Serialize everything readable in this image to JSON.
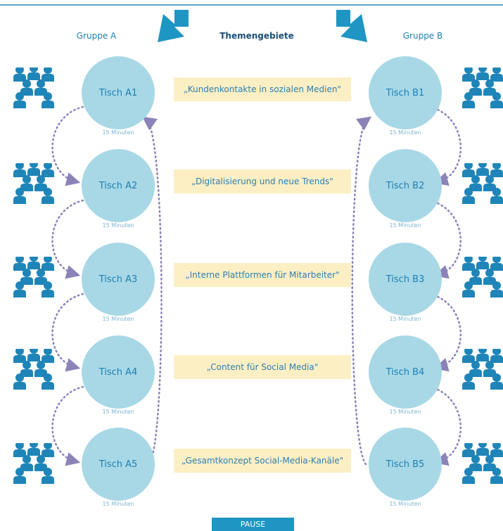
{
  "header": {
    "group_a": "Gruppe A",
    "group_b": "Gruppe B",
    "topics_heading": "Themengebiete"
  },
  "tables_a": [
    {
      "name": "Tisch A1",
      "duration": "15 Minuten"
    },
    {
      "name": "Tisch A2",
      "duration": "15 Minuten"
    },
    {
      "name": "Tisch A3",
      "duration": "15 Minuten"
    },
    {
      "name": "Tisch A4",
      "duration": "15 Minuten"
    },
    {
      "name": "Tisch A5",
      "duration": "15 Minuten"
    }
  ],
  "tables_b": [
    {
      "name": "Tisch B1",
      "duration": "15 Minuten"
    },
    {
      "name": "Tisch B2",
      "duration": "15 Minuten"
    },
    {
      "name": "Tisch B3",
      "duration": "15 Minuten"
    },
    {
      "name": "Tisch B4",
      "duration": "15 Minuten"
    },
    {
      "name": "Tisch B5",
      "duration": "15 Minuten"
    }
  ],
  "topics": [
    "„Kundenkontakte in sozialen Medien\"",
    "„Digitalisierung und neue Trends\"",
    "„Interne Plattformen für Mitarbeiter\"",
    "„Content für Social Media\"",
    "„Gesamtkonzept Social-Media-Kanäle\""
  ],
  "footer": {
    "pause_label": "PAUSE"
  },
  "icons": [
    "people-group-icon",
    "arrow-down-left-icon",
    "arrow-down-right-icon"
  ],
  "colors": {
    "circle": "#a8d8e6",
    "topic_box": "#fcefc4",
    "accent": "#1e95c2",
    "people": "#1f85b8",
    "dots": "#8b82b8"
  }
}
